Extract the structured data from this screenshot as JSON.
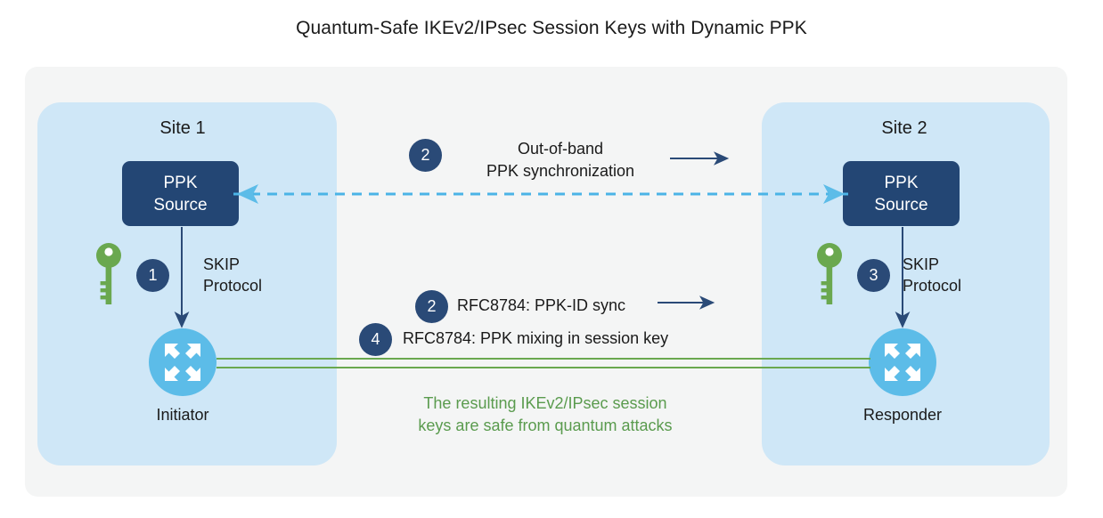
{
  "title": "Quantum-Safe IKEv2/IPsec Session Keys with Dynamic PPK",
  "colors": {
    "panel_background": "#f4f5f5",
    "site_background": "#cfe7f7",
    "ppk_box": "#234674",
    "badge": "#2a4a77",
    "router": "#5cbce8",
    "key": "#6aa84f",
    "green_text": "#5a9b4e",
    "dashed_line": "#4bb4e6",
    "arrow_navy": "#2a4a77",
    "green_line": "#6aa84f"
  },
  "sites": {
    "left": {
      "label": "Site 1",
      "ppk_source": "PPK\nSource",
      "ppk_source_line1": "PPK",
      "ppk_source_line2": "Source",
      "badge": "1",
      "skip_line1": "SKIP",
      "skip_line2": "Protocol",
      "node_label": "Initiator",
      "key_icon": "key-icon"
    },
    "right": {
      "label": "Site 2",
      "ppk_source_line1": "PPK",
      "ppk_source_line2": "Source",
      "badge": "3",
      "skip_line1": "SKIP",
      "skip_line2": "Protocol",
      "node_label": "Responder",
      "key_icon": "key-icon"
    }
  },
  "middle": {
    "oob_badge": "2",
    "oob_line1": "Out-of-band",
    "oob_line2": "PPK synchronization",
    "ppkid_badge": "2",
    "ppkid_text": "RFC8784: PPK-ID sync",
    "mixing_badge": "4",
    "mixing_text": "RFC8784: PPK mixing in session key",
    "green_note_line1": "The resulting IKEv2/IPsec session",
    "green_note_line2": "keys are safe from quantum attacks"
  },
  "icons": {
    "router": "router-icon",
    "key": "key-icon",
    "arrow_right": "arrow-right-icon",
    "arrow_down": "arrow-down-icon",
    "dashed_bidirectional": "dashed-bidirectional-arrow-icon"
  }
}
